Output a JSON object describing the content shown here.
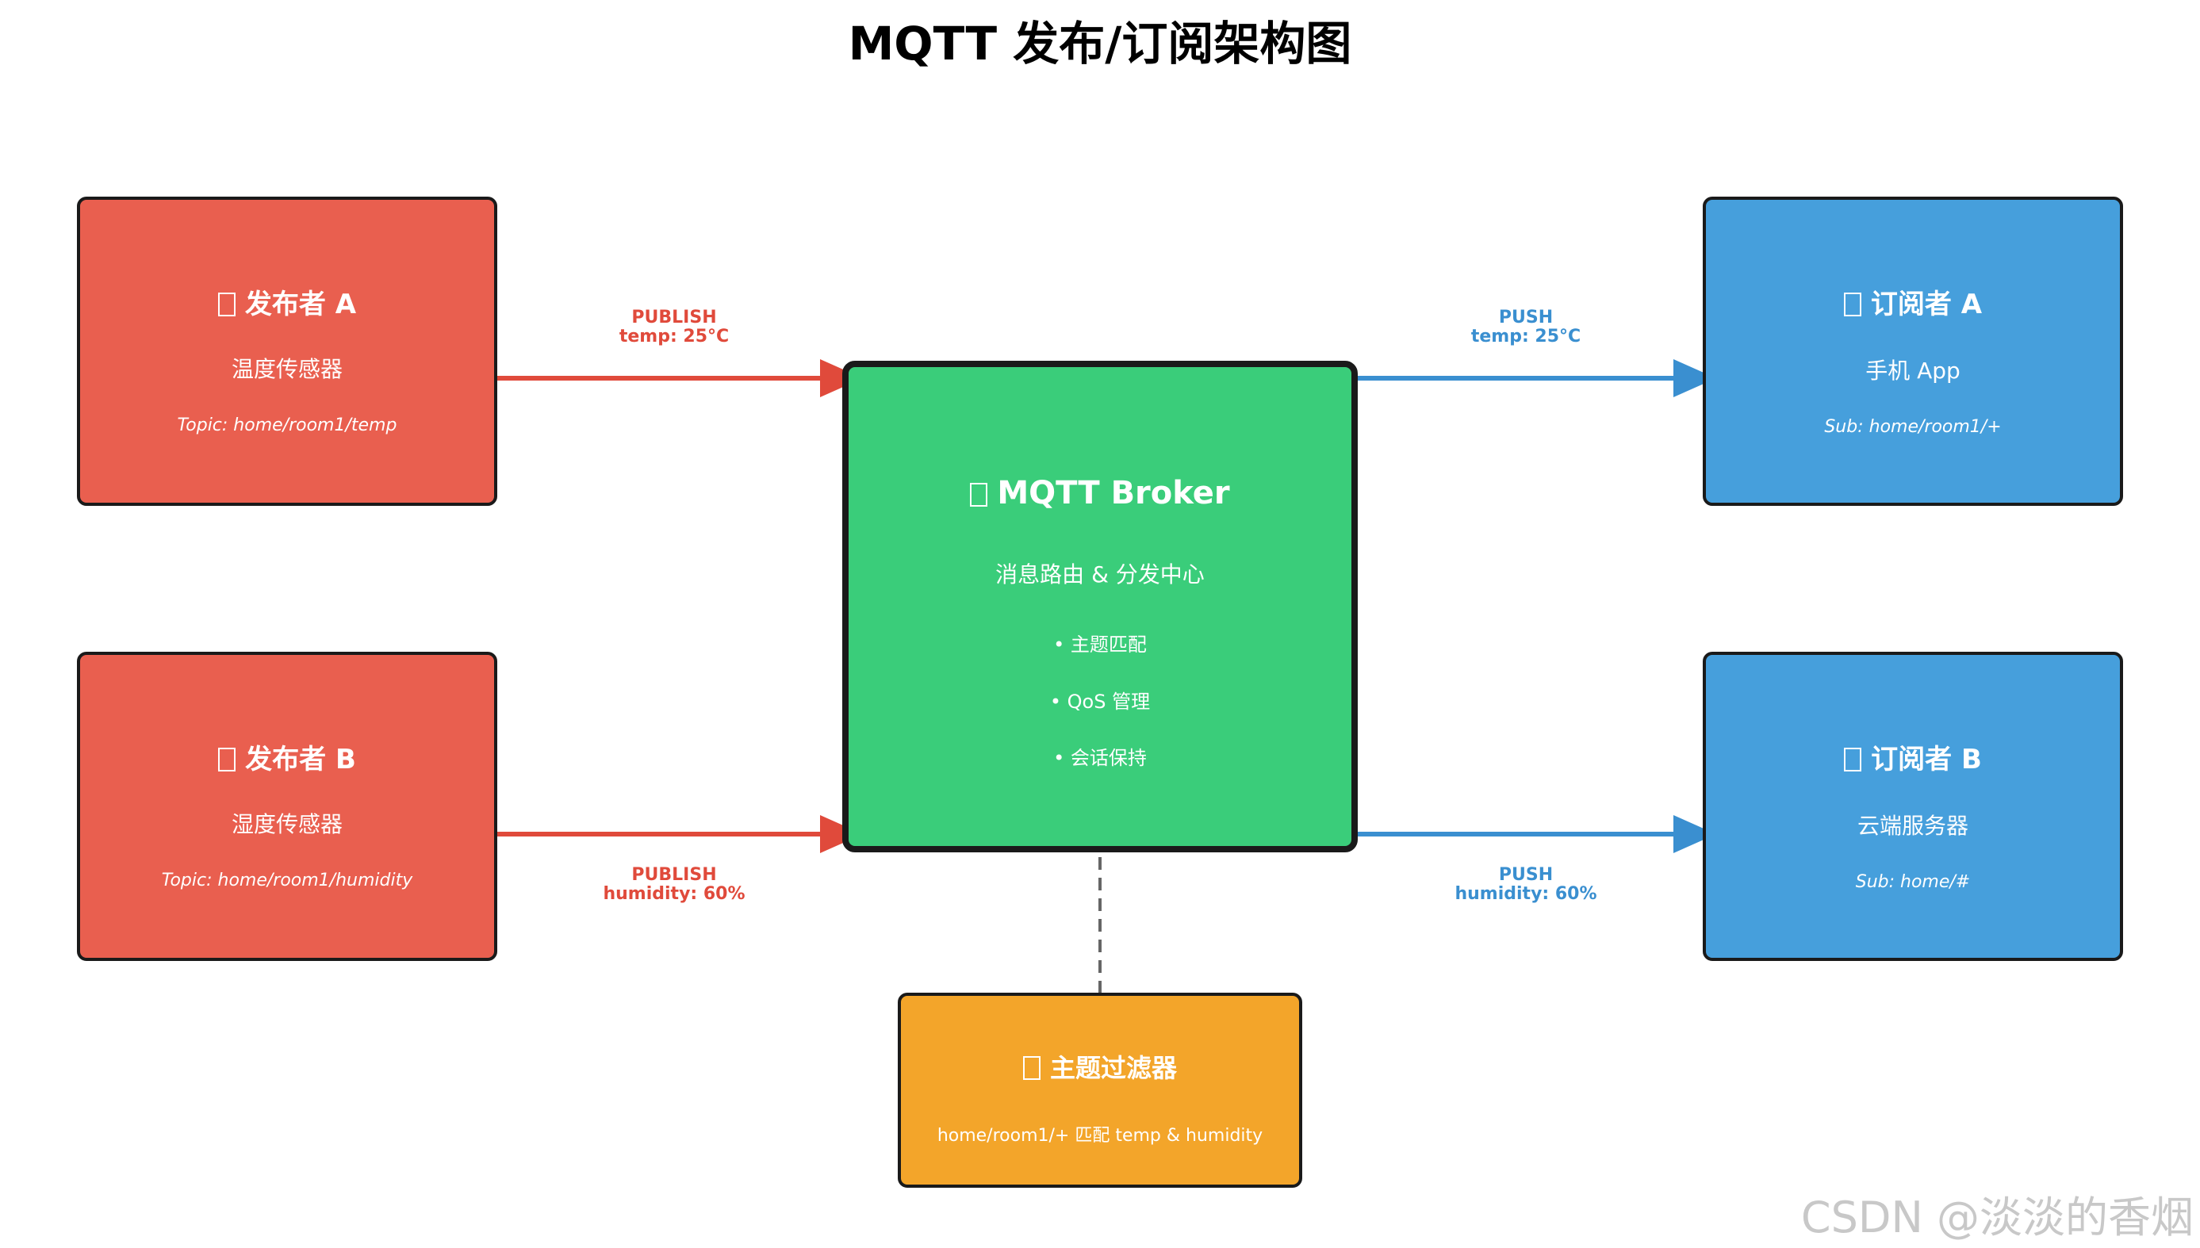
{
  "title": "MQTT 发布/订阅架构图",
  "publishers": [
    {
      "name": "发布者 A",
      "device": "温度传感器",
      "topic": "Topic: home/room1/temp"
    },
    {
      "name": "发布者 B",
      "device": "湿度传感器",
      "topic": "Topic: home/room1/humidity"
    }
  ],
  "subscribers": [
    {
      "name": "订阅者 A",
      "device": "手机 App",
      "topic": "Sub: home/room1/+"
    },
    {
      "name": "订阅者 B",
      "device": "云端服务器",
      "topic": "Sub: home/#"
    }
  ],
  "broker": {
    "name": "MQTT Broker",
    "subtitle": "消息路由 & 分发中心",
    "features": [
      "• 主题匹配",
      "• QoS 管理",
      "• 会话保持"
    ]
  },
  "filter": {
    "name": "主题过滤器",
    "rule": "home/room1/+ 匹配 temp & humidity"
  },
  "edges": {
    "pub_a": {
      "action": "PUBLISH",
      "payload": "temp: 25°C"
    },
    "pub_b": {
      "action": "PUBLISH",
      "payload": "humidity: 60%"
    },
    "push_a": {
      "action": "PUSH",
      "payload": "temp: 25°C"
    },
    "push_b": {
      "action": "PUSH",
      "payload": "humidity: 60%"
    }
  },
  "colors": {
    "publish": "#e04a3b",
    "push": "#3a8fd0",
    "broker": "#3acd7a",
    "filter": "#f3a52a"
  },
  "icons": {
    "publisher": "tofu-glyph-icon",
    "subscriber": "tofu-glyph-icon",
    "broker": "tofu-glyph-icon",
    "filter": "tofu-glyph-icon"
  },
  "watermark": "CSDN @淡淡的香烟"
}
